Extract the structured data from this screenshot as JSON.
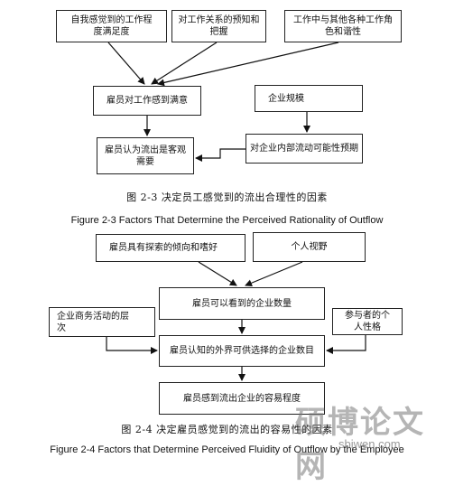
{
  "figure1": {
    "boxes": {
      "self_perceived": "自我感觉到的工作程\n度满足度",
      "job_relation": "对工作关系的预知和\n把握",
      "roles_harmony": "工作中与其他各种工作角\n色和谐性",
      "job_satisfaction": "雇员对工作感到满意",
      "company_size": "企业规模",
      "internal_mobility": "对企业内部流动可能性预期",
      "outflow_objective": "雇员认为流出是客观\n需要"
    },
    "caption_cn": "图 2-3  决定员工感觉到的流出合理性的因素",
    "caption_en": "Figure 2-3 Factors That Determine the Perceived Rationality of Outflow"
  },
  "figure2": {
    "boxes": {
      "explore_tendency": "雇员具有探索的倾向和嗜好",
      "personal_vision": "个人视野",
      "visible_companies": "雇员可以看到的企业数量",
      "business_level": "企业商务活动的层\n次",
      "participant_personality": "参与者的个\n人性格",
      "external_choices": "雇员认知的外界可供选择的企业数目",
      "ease_of_outflow": "雇员感到流出企业的容易程度"
    },
    "caption_cn": "图 2-4  决定雇员感觉到的流出的容易性的因素",
    "caption_en": "Figure 2-4 Factors that Determine Perceived Fluidity of Outflow by the Employee"
  },
  "watermark": {
    "main": "硕博论文网",
    "url": "sbiwen.com"
  }
}
